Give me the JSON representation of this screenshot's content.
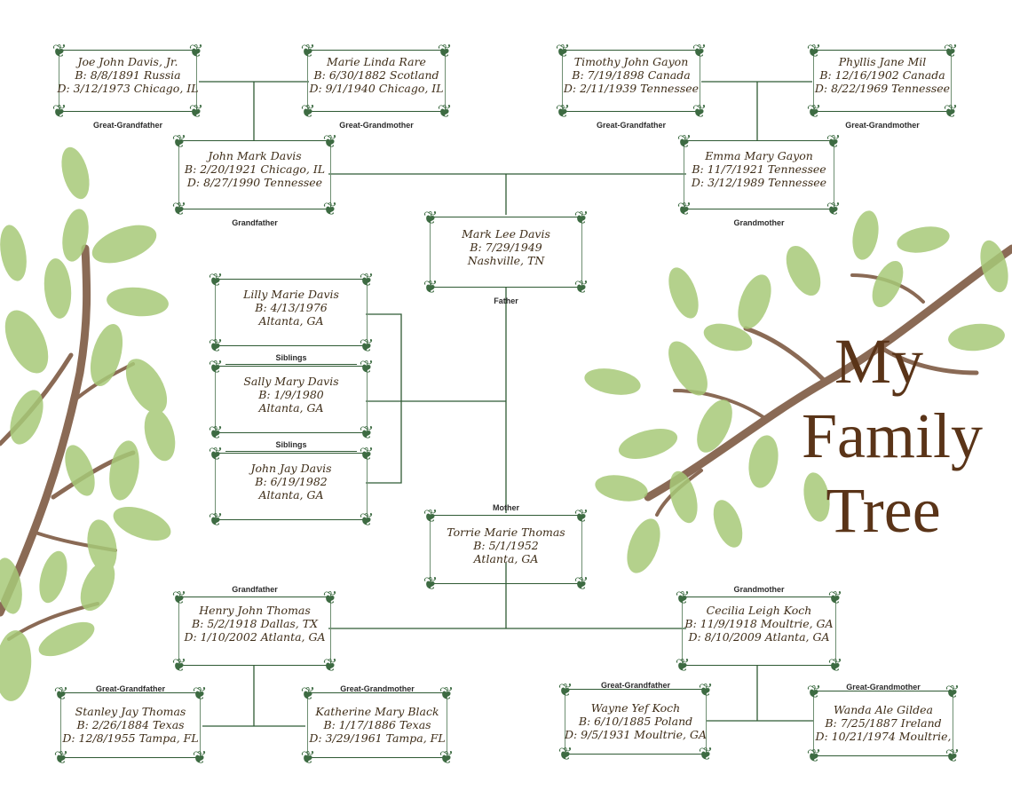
{
  "title": {
    "line1": "My",
    "line2": "Family",
    "line3": "Tree"
  },
  "colors": {
    "frame": "#2f5a34",
    "text": "#3e2d18",
    "title": "#5a3418",
    "leaf": "#9cc26a",
    "branch": "#8a6a55",
    "connector": "#2f5a34"
  },
  "icons": {
    "corner": "flourish-ornament"
  },
  "people": {
    "joe": {
      "l1": "Joe John Davis, Jr.",
      "l2": "B: 8/8/1891 Russia",
      "l3": "D: 3/12/1973 Chicago, IL",
      "role": "Great-Grandfather"
    },
    "marie": {
      "l1": "Marie Linda Rare",
      "l2": "B: 6/30/1882 Scotland",
      "l3": "D: 9/1/1940 Chicago, IL",
      "role": "Great-Grandmother"
    },
    "timothy": {
      "l1": "Timothy John Gayon",
      "l2": "B: 7/19/1898 Canada",
      "l3": "D: 2/11/1939 Tennessee",
      "role": "Great-Grandfather"
    },
    "phyllis": {
      "l1": "Phyllis Jane Mil",
      "l2": "B: 12/16/1902 Canada",
      "l3": "D: 8/22/1969 Tennessee",
      "role": "Great-Grandmother"
    },
    "johnmark": {
      "l1": "John Mark Davis",
      "l2": "B: 2/20/1921 Chicago, IL",
      "l3": "D: 8/27/1990 Tennessee",
      "role": "Grandfather"
    },
    "emma": {
      "l1": "Emma Mary Gayon",
      "l2": "B: 11/7/1921 Tennessee",
      "l3": "D: 3/12/1989 Tennessee",
      "role": "Grandmother"
    },
    "mark": {
      "l1": "Mark Lee Davis",
      "l2": "B: 7/29/1949",
      "l3": "Nashville, TN",
      "role": "Father"
    },
    "lilly": {
      "l1": "Lilly Marie Davis",
      "l2": "B: 4/13/1976",
      "l3": "Altanta, GA",
      "role": "Siblings"
    },
    "sally": {
      "l1": "Sally Mary Davis",
      "l2": "B: 1/9/1980",
      "l3": "Altanta, GA",
      "role": "Siblings"
    },
    "johnjay": {
      "l1": "John Jay Davis",
      "l2": "B: 6/19/1982",
      "l3": "Altanta, GA",
      "role": ""
    },
    "torrie": {
      "l1": "Torrie Marie Thomas",
      "l2": "B: 5/1/1952",
      "l3": "Atlanta, GA",
      "role": "Mother"
    },
    "henry": {
      "l1": "Henry John Thomas",
      "l2": "B: 5/2/1918 Dallas, TX",
      "l3": "D: 1/10/2002 Atlanta, GA",
      "role": "Grandfather"
    },
    "cecilia": {
      "l1": "Cecilia Leigh Koch",
      "l2": "B: 11/9/1918 Moultrie, GA",
      "l3": "D: 8/10/2009 Atlanta, GA",
      "role": "Grandmother"
    },
    "stanley": {
      "l1": "Stanley Jay Thomas",
      "l2": "B: 2/26/1884 Texas",
      "l3": "D: 12/8/1955 Tampa, FL",
      "role": "Great-Grandfather"
    },
    "katherine": {
      "l1": "Katherine Mary Black",
      "l2": "B: 1/17/1886 Texas",
      "l3": "D: 3/29/1961 Tampa, FL",
      "role": "Great-Grandmother"
    },
    "wayne": {
      "l1": "Wayne Yef Koch",
      "l2": "B: 6/10/1885 Poland",
      "l3": "D: 9/5/1931 Moultrie, GA",
      "role": "Great-Grandfather"
    },
    "wanda": {
      "l1": "Wanda Ale Gildea",
      "l2": "B: 7/25/1887 Ireland",
      "l3": "D: 10/21/1974 Moultrie,",
      "role": "Great-Grandmother"
    }
  }
}
